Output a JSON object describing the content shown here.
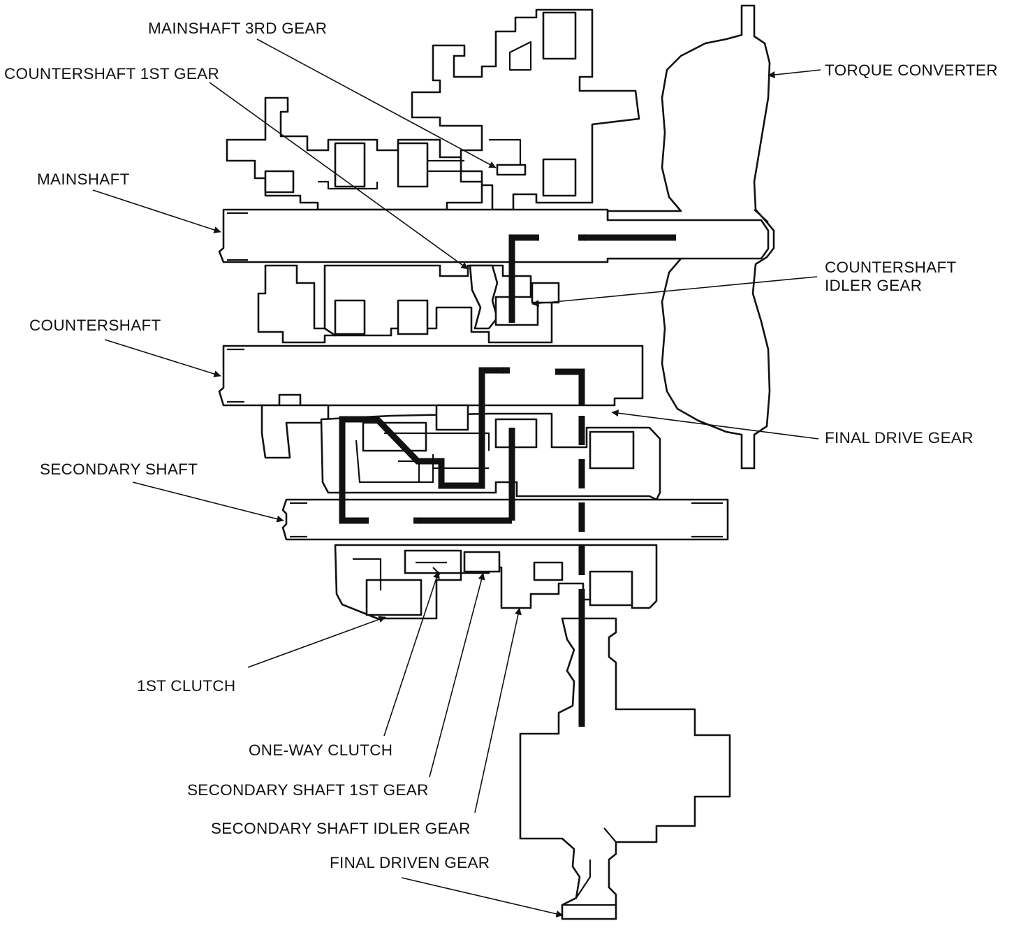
{
  "labels": {
    "mainshaft_3rd_gear": "MAINSHAFT 3RD GEAR",
    "countershaft_1st_gear": "COUNTERSHAFT 1ST GEAR",
    "mainshaft": "MAINSHAFT",
    "countershaft": "COUNTERSHAFT",
    "secondary_shaft": "SECONDARY SHAFT",
    "torque_converter": "TORQUE CONVERTER",
    "countershaft_idler_gear_line1": "COUNTERSHAFT",
    "countershaft_idler_gear_line2": "IDLER GEAR",
    "final_drive_gear": "FINAL DRIVE GEAR",
    "first_clutch": "1ST CLUTCH",
    "one_way_clutch": "ONE-WAY CLUTCH",
    "secondary_shaft_1st_gear": "SECONDARY SHAFT 1ST GEAR",
    "secondary_shaft_idler_gear": "SECONDARY SHAFT IDLER GEAR",
    "final_driven_gear": "FINAL DRIVEN GEAR"
  },
  "colors": {
    "line": "#111111",
    "background": "#ffffff"
  }
}
